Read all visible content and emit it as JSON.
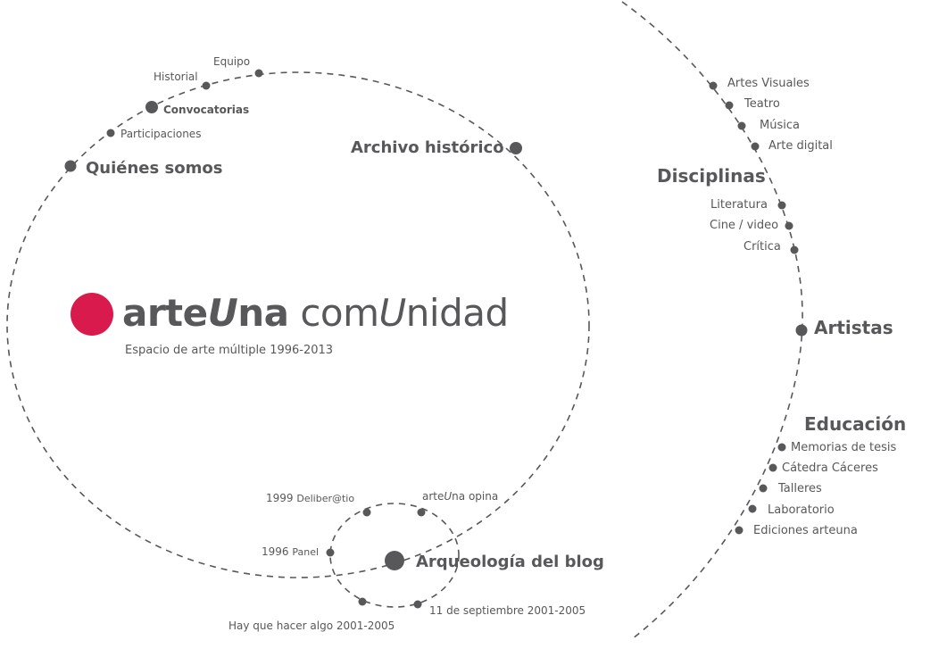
{
  "colors": {
    "accent": "#d81b4c",
    "text": "#58585a",
    "line": "#58585a",
    "background": "#ffffff"
  },
  "brand": {
    "part1": "arte",
    "part2": "U",
    "part3": "na",
    "part4": " com",
    "part5": "U",
    "part6": "nidad",
    "tagline": "Espacio de arte múltiple 1996-2013"
  },
  "nav": {
    "equipo": "Equipo",
    "historial": "Historial",
    "convocatorias": "Convocatorias",
    "participaciones": "Participaciones",
    "quienes_somos": "Quiénes somos",
    "archivo_historico": "Archivo histórico"
  },
  "disciplinas": {
    "heading": "Disciplinas",
    "items": [
      "Artes Visuales",
      "Teatro",
      "Música",
      "Arte digital",
      "Literatura",
      "Cine / video",
      "Crítica"
    ]
  },
  "artistas": "Artistas",
  "educacion": {
    "heading": "Educación",
    "items": [
      "Memorias de tesis",
      "Cátedra Cáceres",
      "Talleres",
      "Laboratorio",
      "Ediciones arteuna"
    ]
  },
  "blog": {
    "heading": "Arqueología del blog",
    "deliberatio_year": "1999",
    "deliberatio_name": "Deliber@tio",
    "opina_a": "arte",
    "opina_b": "U",
    "opina_c": "na opina",
    "panel_year": "1996",
    "panel_name": "Panel",
    "hay_que": "Hay que hacer algo 2001-2005",
    "septiembre": "11 de septiembre 2001-2005"
  }
}
